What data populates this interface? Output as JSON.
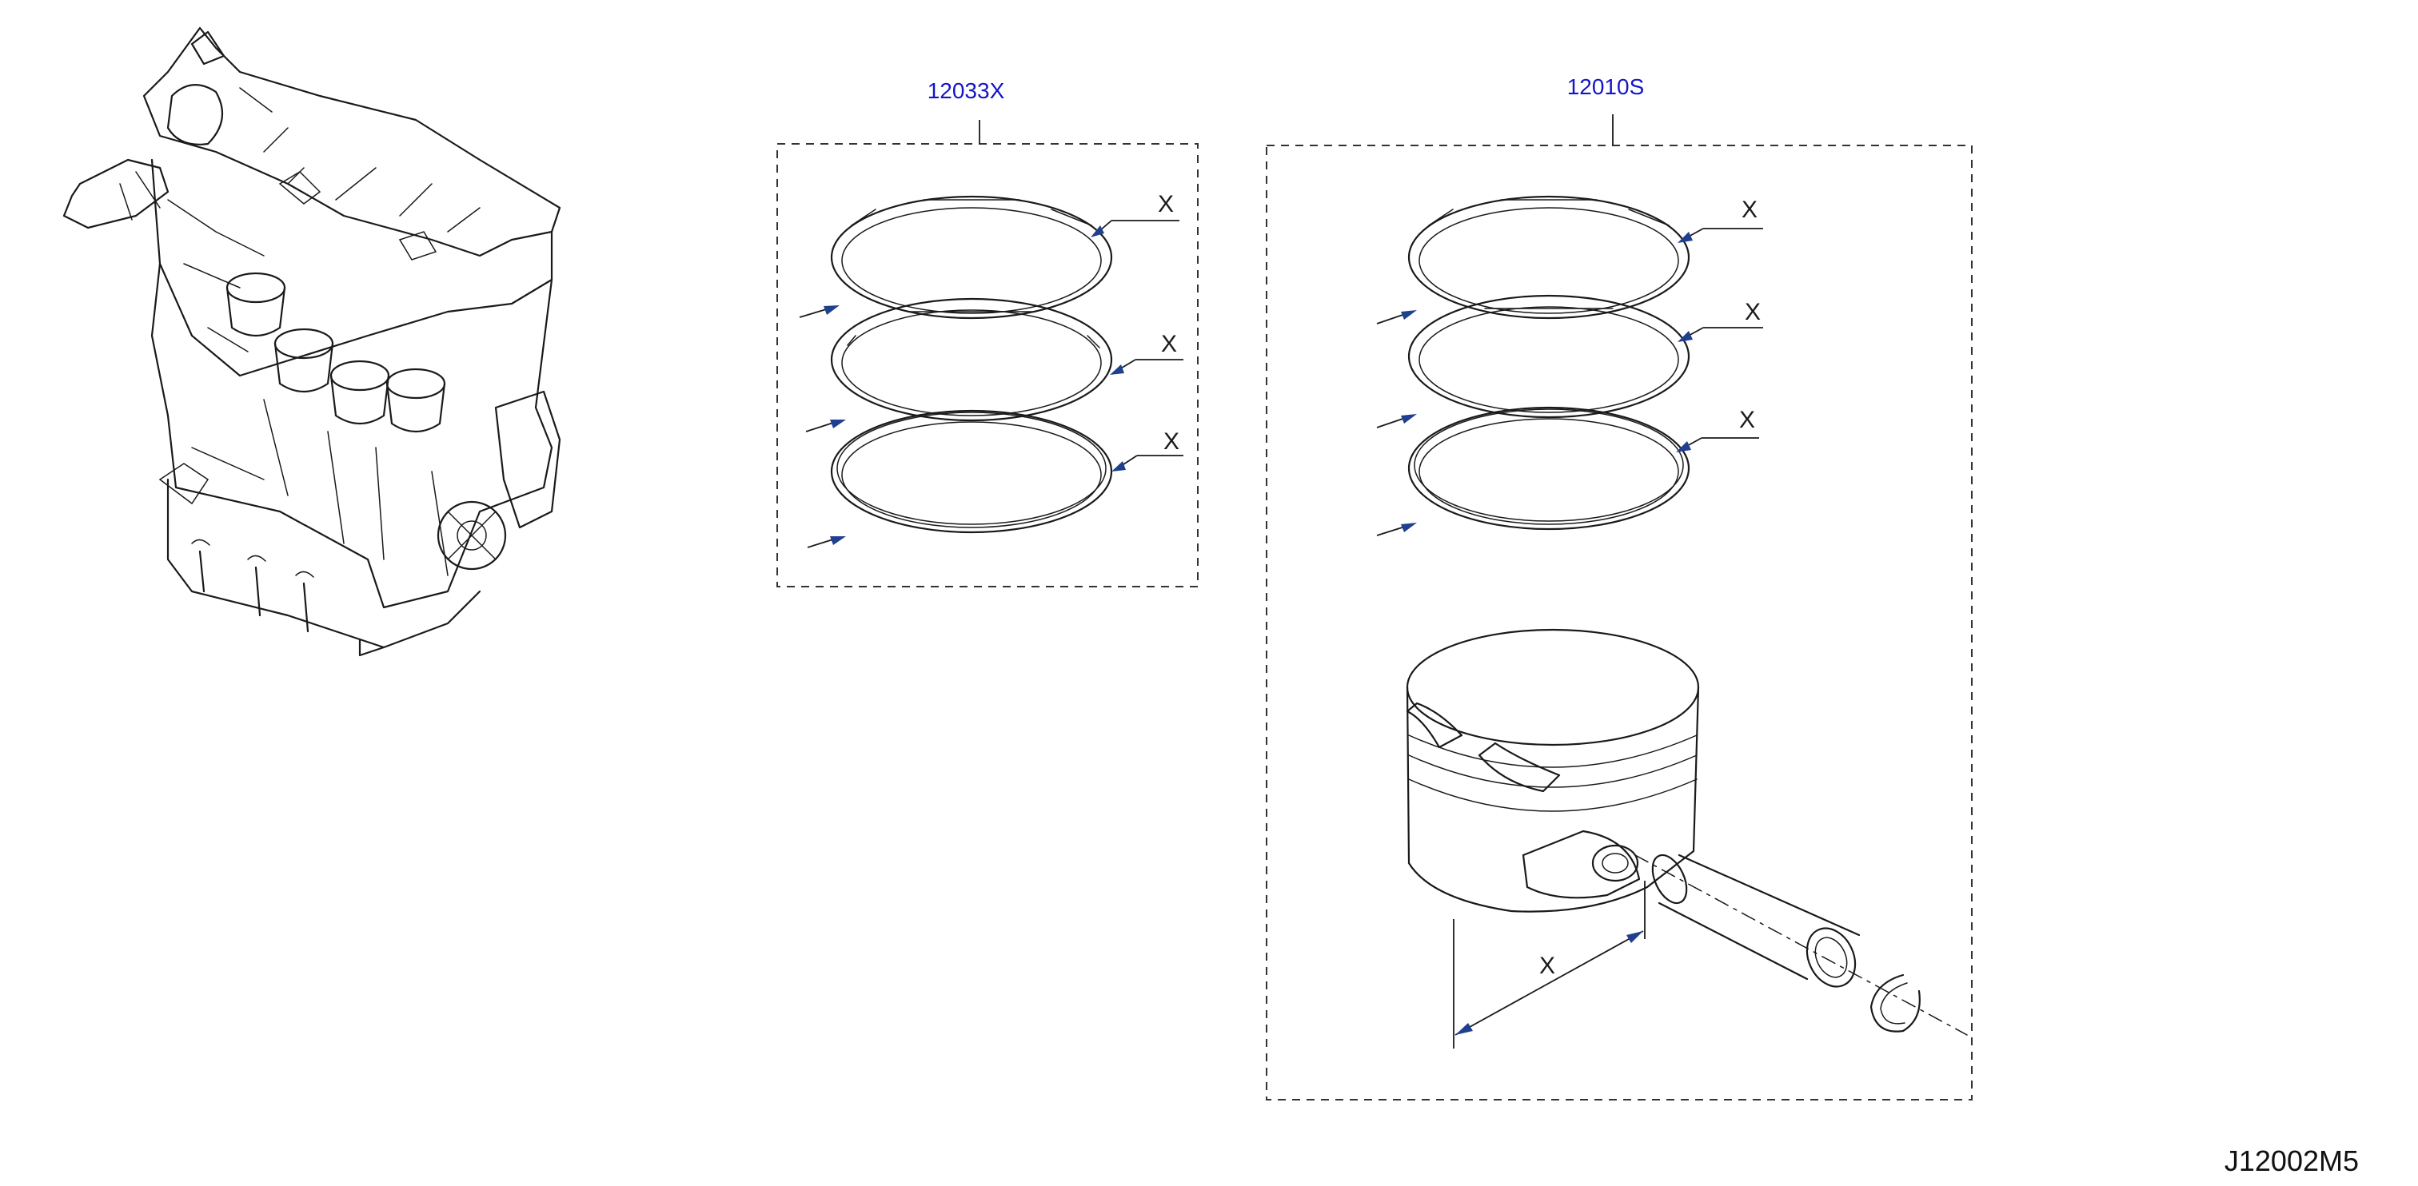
{
  "parts": {
    "ring_set": {
      "part_number": "12033X"
    },
    "piston_assembly": {
      "part_number": "12010S"
    }
  },
  "callout_marker": "X",
  "figure_id": "J12002M5",
  "colors": {
    "part_number_text": "#1515c8",
    "arrow": "#1f3f8f",
    "line": "#1a1a1a"
  },
  "icons": [
    "engine-illustration",
    "piston-ring-icon",
    "piston-icon",
    "piston-pin-icon",
    "snap-ring-icon"
  ]
}
